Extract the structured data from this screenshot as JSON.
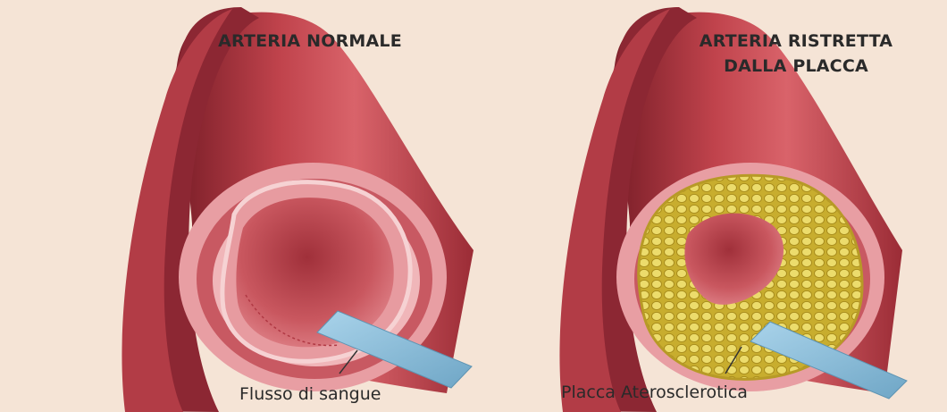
{
  "titles": {
    "normal": "ARTERIA NORMALE",
    "narrowed_line1": "ARTERIA RISTRETTA",
    "narrowed_line2": "DALLA PLACCA"
  },
  "labels": {
    "blood_flow": "Flusso di sangue",
    "plaque": "Placca Aterosclerotica"
  },
  "colors": {
    "background": "#f5e4d6",
    "vessel": "#c4464e",
    "vessel_dark": "#8e2430",
    "intima": "#eaa2a6",
    "plaque": "#d9c44a",
    "arrow": "#8fc1dc"
  }
}
